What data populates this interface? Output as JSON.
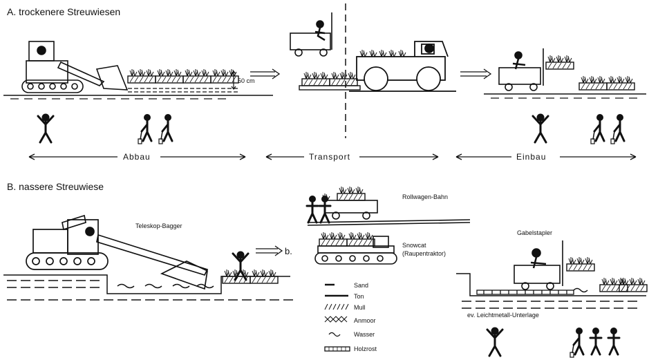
{
  "section_a": {
    "title": "A.  trockenere  Streuwiesen",
    "depth_label": "50 cm",
    "phases": {
      "abbau": "Abbau",
      "transport": "Transport",
      "einbau": "Einbau"
    }
  },
  "section_b": {
    "title": "B.  nassere  Streuwiese",
    "excavator_label": "Teleskop-Bagger",
    "arrow_label": "b.",
    "rail_label": "Rollwagen-Bahn",
    "snowcat_label": "Snowcat",
    "snowcat_sublabel": "(Raupentraktor)",
    "forklift_label": "Gabelstapler",
    "underlay_label": "ev. Leichtmetall-Unterlage"
  },
  "legend": [
    {
      "symbol": "sand",
      "label": "Sand"
    },
    {
      "symbol": "ton",
      "label": "Ton"
    },
    {
      "symbol": "mull",
      "label": "Mull"
    },
    {
      "symbol": "anmoor",
      "label": "Anmoor"
    },
    {
      "symbol": "wasser",
      "label": "Wasser"
    },
    {
      "symbol": "holzrost",
      "label": "Holzrost"
    }
  ]
}
